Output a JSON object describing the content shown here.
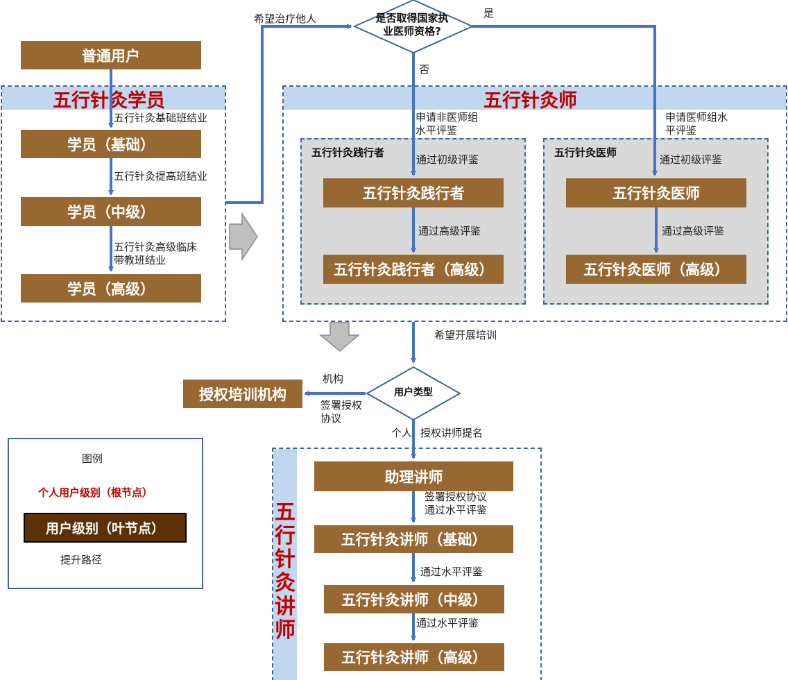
{
  "groups": {
    "student": "五行针灸学员",
    "therapist": "五行针灸师",
    "practitioner": "五行针灸践行者",
    "physician": "五行针灸医师",
    "lecturer": "五行针灸讲师"
  },
  "nodes": {
    "normal_user": "普通用户",
    "student_basic": "学员（基础）",
    "student_mid": "学员（中级）",
    "student_high": "学员（高级）",
    "practitioner": "五行针灸践行者",
    "practitioner_high": "五行针灸践行者（高级）",
    "physician": "五行针灸医师",
    "physician_high": "五行针灸医师（高级）",
    "auth_org": "授权培训机构",
    "asst_lecturer": "助理讲师",
    "lecturer_basic": "五行针灸讲师（基础）",
    "lecturer_mid": "五行针灸讲师（中级）",
    "lecturer_high": "五行针灸讲师（高级）"
  },
  "decisions": {
    "license": "是否取得国家执业医师资格?",
    "user_type": "用户类型"
  },
  "labels": {
    "hope_treat": "希望治疗他人",
    "yes": "是",
    "no": "否",
    "basic_grad": "五行针灸基础班结业",
    "advanced_grad": "五行针灸提高班结业",
    "clinical_grad": "五行针灸高级临床带教班结业",
    "apply_nonphys": "申请非医师组水平评鉴",
    "apply_phys": "申请医师组水平评鉴",
    "pass_primary_1": "通过初级评鉴",
    "pass_primary_2": "通过初级评鉴",
    "pass_high_1": "通过高级评鉴",
    "pass_high_2": "通过高级评鉴",
    "hope_train": "希望开展培训",
    "org": "机构",
    "sign_auth": "签署授权协议",
    "personal": "个人",
    "auth_nominate": "授权讲师提名",
    "sign_and_pass": "签署授权协议通过水平评鉴",
    "pass_level_1": "通过水平评鉴",
    "pass_level_2": "通过水平评鉴"
  },
  "legend": {
    "title": "图例",
    "root": "个人用户级别（根节点）",
    "leaf": "用户级别（叶节点）",
    "path": "提升路径"
  },
  "colors": {
    "box": "#986832",
    "box_dark": "#5b3206",
    "accent_red": "#c00000",
    "line_blue": "#4472c4",
    "band": "#c0d7ee",
    "panel_gray": "#d9d9d9"
  }
}
